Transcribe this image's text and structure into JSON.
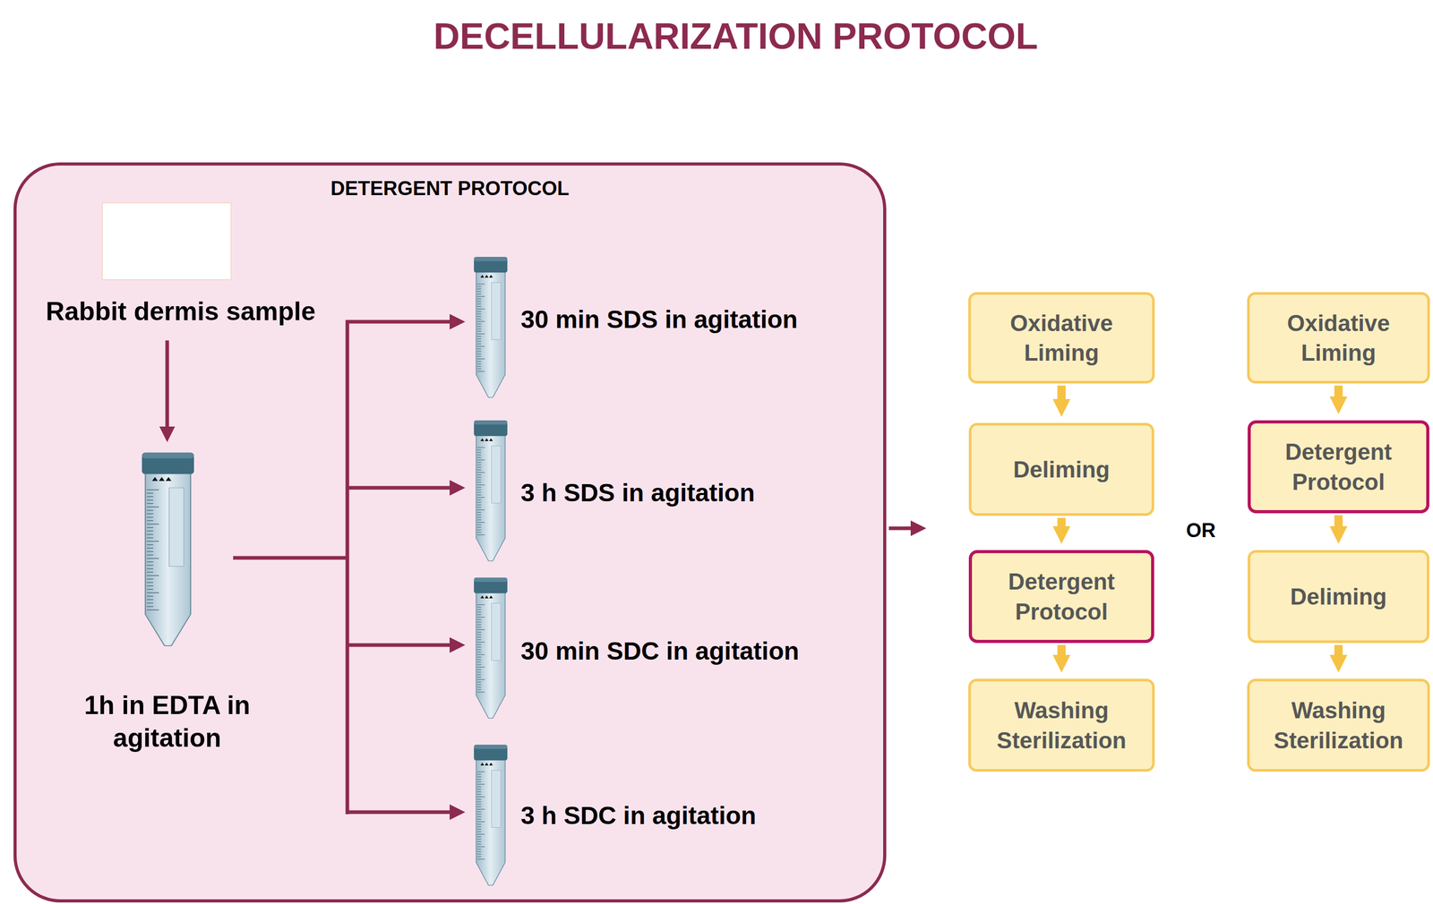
{
  "diagram": {
    "title": "DECELLULARIZATION PROTOCOL",
    "nodes": [
      {
        "text": [
          "DETERGENT PROTOCOL"
        ]
      },
      {
        "text": [
          "Oxidative Liming"
        ]
      },
      {
        "text": [
          "Deliming"
        ]
      },
      {
        "text": [
          "Detergent Protocol"
        ]
      },
      {
        "text": [
          "Washing Sterilization"
        ]
      },
      {
        "text": [
          "Oxidative Liming"
        ]
      },
      {
        "text": [
          "Detergent Protocol"
        ]
      },
      {
        "text": [
          "Deliming"
        ]
      },
      {
        "text": [
          "Washing Sterilization"
        ]
      }
    ],
    "edges": [
      {
        "from": 1,
        "to": 2,
        "arrow": "to"
      },
      {
        "from": 2,
        "to": 3,
        "arrow": "to"
      },
      {
        "from": 3,
        "to": 4,
        "arrow": "to"
      },
      {
        "from": 5,
        "to": 6,
        "arrow": "to"
      },
      {
        "from": 6,
        "to": 7,
        "arrow": "to"
      },
      {
        "from": 7,
        "to": 8,
        "arrow": "to"
      }
    ],
    "labels": [
      "Rabbit dermis sample",
      "1h in EDTA in agitation",
      "30 min SDS in agitation",
      "3 h SDS in agitation",
      "30 min SDC in agitation",
      "3 h SDC in agitation",
      "OR"
    ]
  }
}
